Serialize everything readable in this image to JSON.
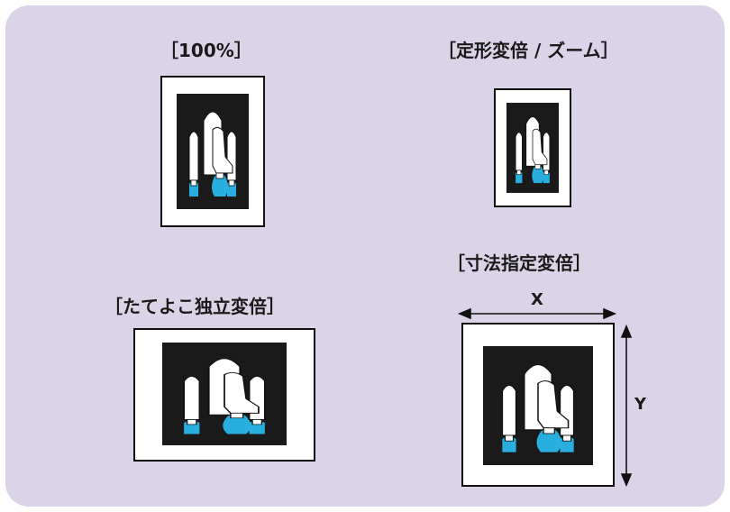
{
  "labels": {
    "full": "［100%］",
    "fixed": "［定形変倍 / ズーム］",
    "xy_independent": "［たてよこ独立変倍］",
    "dimension": "［寸法指定変倍］"
  },
  "axes": {
    "x": "X",
    "y": "Y"
  },
  "colors": {
    "background_panel": "#dbd3e8",
    "flame": "#29aee0",
    "ink": "#1a1a1a",
    "paper": "#ffffff"
  },
  "icons": {
    "rocket": "space-shuttle-illustration"
  }
}
